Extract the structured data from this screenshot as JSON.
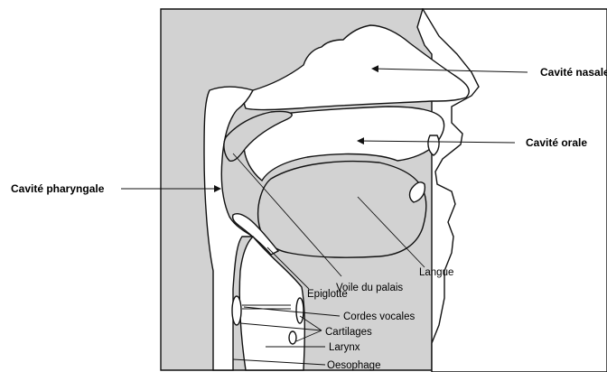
{
  "labels": {
    "cavite_nasale": "Cavité nasale",
    "cavite_orale": "Cavité orale",
    "cavite_pharyngale": "Cavité pharyngale",
    "langue": "Langue",
    "voile_du_palais": "Voile du palais",
    "epiglotte": "Epiglotte",
    "cordes_vocales": "Cordes vocales",
    "cartilages": "Cartilages",
    "larynx": "Larynx",
    "oesophage": "Oesophage"
  },
  "colors": {
    "stroke": "#111111",
    "shade": "#d2d2d2",
    "background": "#ffffff"
  }
}
